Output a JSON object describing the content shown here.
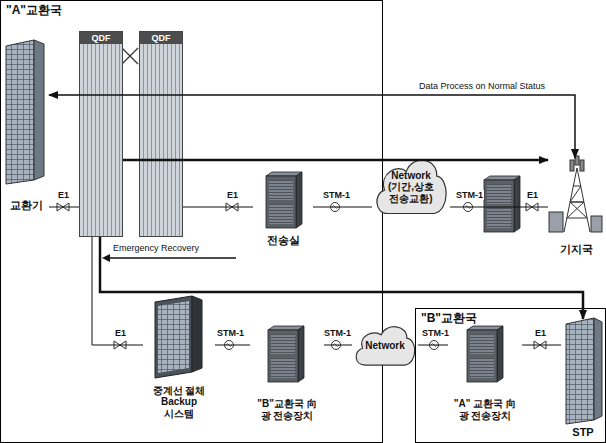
{
  "diagram": {
    "nodes": [
      {
        "text": [
          "\"A\"교환국"
        ]
      },
      {
        "text": [
          "교환기"
        ],
        "in": 0
      },
      {
        "text": [
          "QDF"
        ],
        "in": 0
      },
      {
        "text": [
          "QDF"
        ],
        "in": 0
      },
      {
        "text": [
          "전송실"
        ],
        "in": 0
      },
      {
        "text": [
          "중계선 절체 Backup 시스템"
        ],
        "in": 0
      },
      {
        "text": [
          "\"B\"교환국 向 광 전송장치"
        ],
        "in": 0
      },
      {
        "text": [
          "Network (기간,상호 전송교환)"
        ]
      },
      {
        "text": [
          "Network"
        ]
      },
      {
        "text": [
          "기지국"
        ]
      },
      {
        "text": [
          "\"B\"교환국"
        ]
      },
      {
        "text": [
          "\"A\" 교환국 向 광 전송장치"
        ],
        "in": 10
      },
      {
        "text": [
          "STP"
        ],
        "in": 10
      }
    ],
    "edges": [
      {
        "from": 1,
        "to": 9,
        "arrow": "both",
        "label": "Data Process on Normal Status"
      },
      {
        "from": 2,
        "to": 9,
        "arrow": "to"
      },
      {
        "from": 2,
        "to": 12,
        "arrow": "to"
      },
      {
        "from": 1,
        "to": 2,
        "arrow": "none"
      },
      {
        "from": 3,
        "to": 4,
        "arrow": "none"
      },
      {
        "from": 4,
        "to": 7,
        "arrow": "none"
      },
      {
        "from": 7,
        "to": 9,
        "arrow": "none"
      },
      {
        "from": 2,
        "to": 5,
        "arrow": "none"
      },
      {
        "from": 5,
        "to": 6,
        "arrow": "none"
      },
      {
        "from": 6,
        "to": 8,
        "arrow": "none"
      },
      {
        "from": 8,
        "to": 11,
        "arrow": "none"
      },
      {
        "from": 11,
        "to": 12,
        "arrow": "none"
      }
    ],
    "labels": [
      "Emergency Recovery",
      "E1",
      "E1",
      "E1",
      "E1",
      "E1",
      "STM-1",
      "STM-1",
      "STM-1",
      "STM-1",
      "STM-1"
    ]
  }
}
